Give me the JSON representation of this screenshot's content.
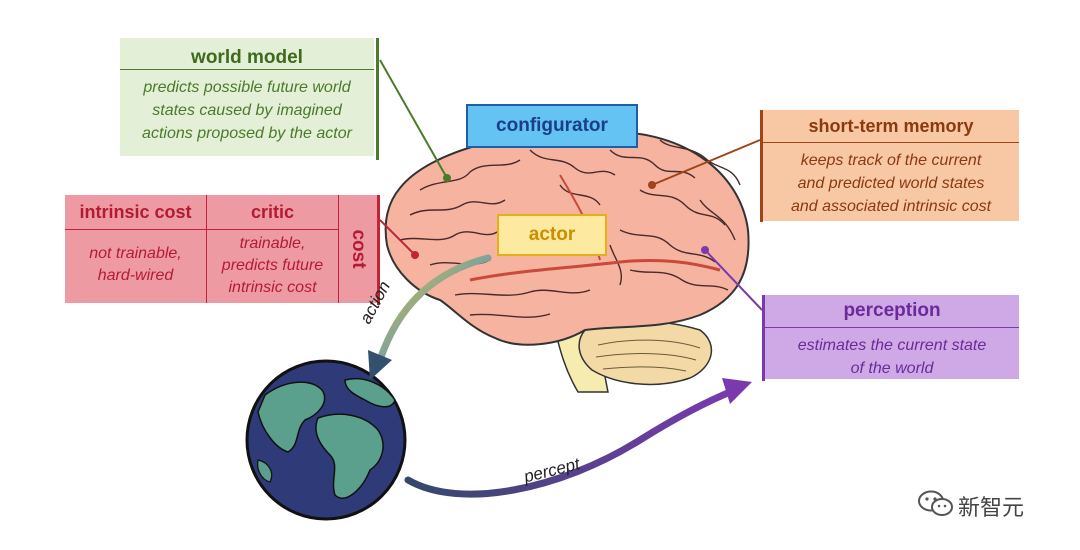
{
  "world_model": {
    "title": "world model",
    "desc_lines": [
      "predicts possible future world",
      "states caused by imagined",
      "actions proposed by the actor"
    ]
  },
  "configurator": {
    "title": "configurator"
  },
  "actor": {
    "title": "actor"
  },
  "cost": {
    "label": "cost",
    "intrinsic": {
      "title": "intrinsic cost",
      "desc_lines": [
        "not trainable,",
        "hard-wired"
      ]
    },
    "critic": {
      "title": "critic",
      "desc_lines": [
        "trainable,",
        "predicts future",
        "intrinsic cost"
      ]
    }
  },
  "short_term_memory": {
    "title": "short-term memory",
    "desc_lines": [
      "keeps track of the current",
      "and predicted world states",
      "and associated intrinsic cost"
    ]
  },
  "perception": {
    "title": "perception",
    "desc_lines": [
      "estimates the current state",
      "of the world"
    ]
  },
  "arrows": {
    "action": "action",
    "percept": "percept"
  },
  "watermark": {
    "text": "新智元",
    "icon": "wechat-icon"
  },
  "colors": {
    "world_model": "#4b7a2a",
    "configurator": "#1f5fa8",
    "actor": "#e3b015",
    "cost": "#c02437",
    "short_term_memory": "#a0441a",
    "perception": "#7a3aae"
  }
}
